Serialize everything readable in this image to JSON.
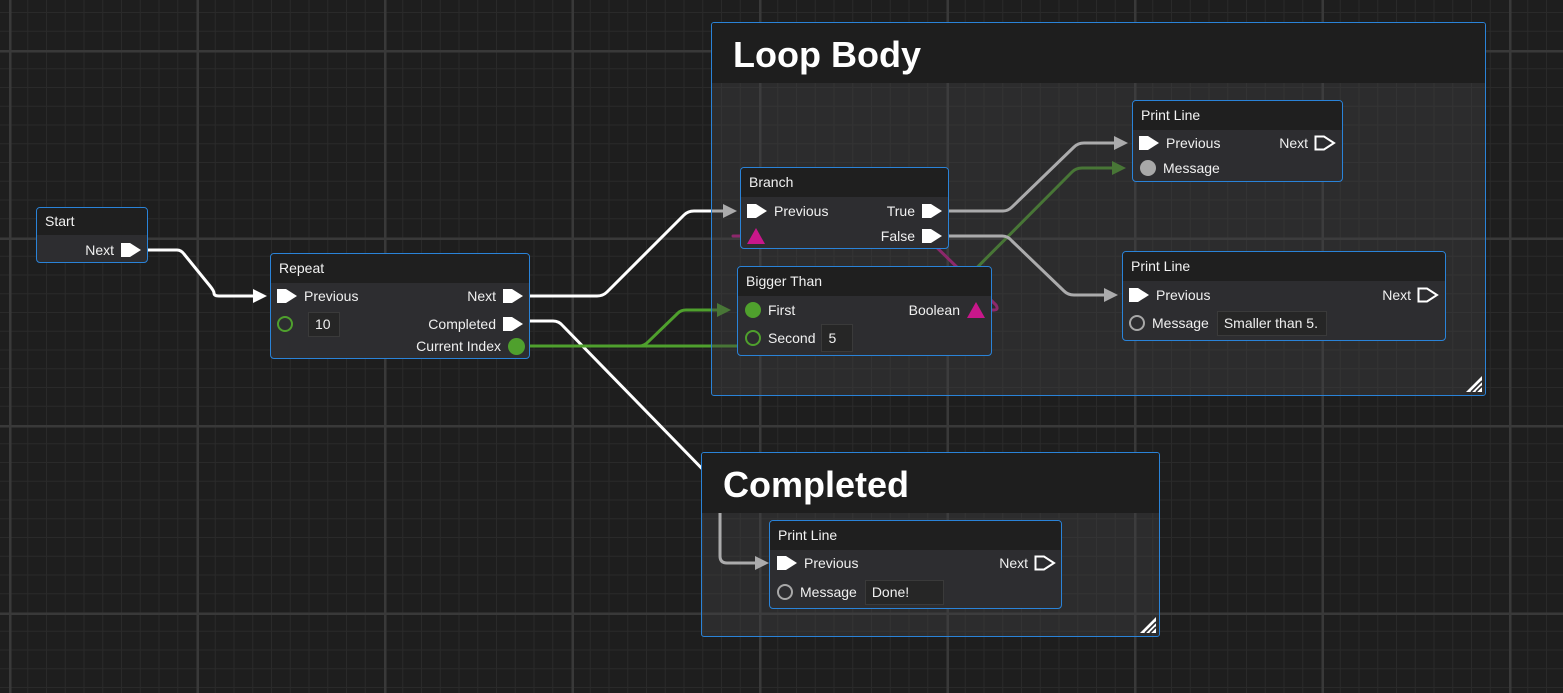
{
  "colors": {
    "exec": "#ffffff",
    "integer": "#4fa02d",
    "string": "#a8a8a8",
    "boolean": "#c8178b",
    "accent": "#2a83d8"
  },
  "groups": {
    "loop_body": {
      "title": "Loop Body"
    },
    "completed": {
      "title": "Completed"
    }
  },
  "nodes": {
    "start": {
      "title": "Start",
      "next": "Next"
    },
    "repeat": {
      "title": "Repeat",
      "previous": "Previous",
      "count_value": "10",
      "next": "Next",
      "completed": "Completed",
      "current_index": "Current Index"
    },
    "branch": {
      "title": "Branch",
      "previous": "Previous",
      "true": "True",
      "false": "False"
    },
    "bigger_than": {
      "title": "Bigger Than",
      "first": "First",
      "second": "Second",
      "second_value": "5",
      "boolean": "Boolean"
    },
    "print_line_true": {
      "title": "Print Line",
      "previous": "Previous",
      "next": "Next",
      "message": "Message"
    },
    "print_line_false": {
      "title": "Print Line",
      "previous": "Previous",
      "next": "Next",
      "message": "Message",
      "message_value": "Smaller than 5."
    },
    "print_line_done": {
      "title": "Print Line",
      "previous": "Previous",
      "next": "Next",
      "message": "Message",
      "message_value": "Done!"
    }
  },
  "connections": [
    {
      "from": "Start.Next",
      "to": "Repeat.Previous",
      "type": "exec"
    },
    {
      "from": "Repeat.Next",
      "to": "Branch.Previous",
      "type": "exec"
    },
    {
      "from": "Repeat.Completed",
      "to": "Print Line (Completed group).Previous",
      "type": "exec"
    },
    {
      "from": "Repeat.Current Index",
      "to": "Bigger Than.First",
      "type": "integer"
    },
    {
      "from": "Repeat.Current Index",
      "to": "Print Line (True).Message",
      "type": "integer"
    },
    {
      "from": "Branch.True",
      "to": "Print Line (True).Previous",
      "type": "exec"
    },
    {
      "from": "Branch.False",
      "to": "Print Line (False).Previous",
      "type": "exec"
    },
    {
      "from": "Bigger Than.Boolean",
      "to": "Branch.Condition",
      "type": "boolean"
    }
  ]
}
